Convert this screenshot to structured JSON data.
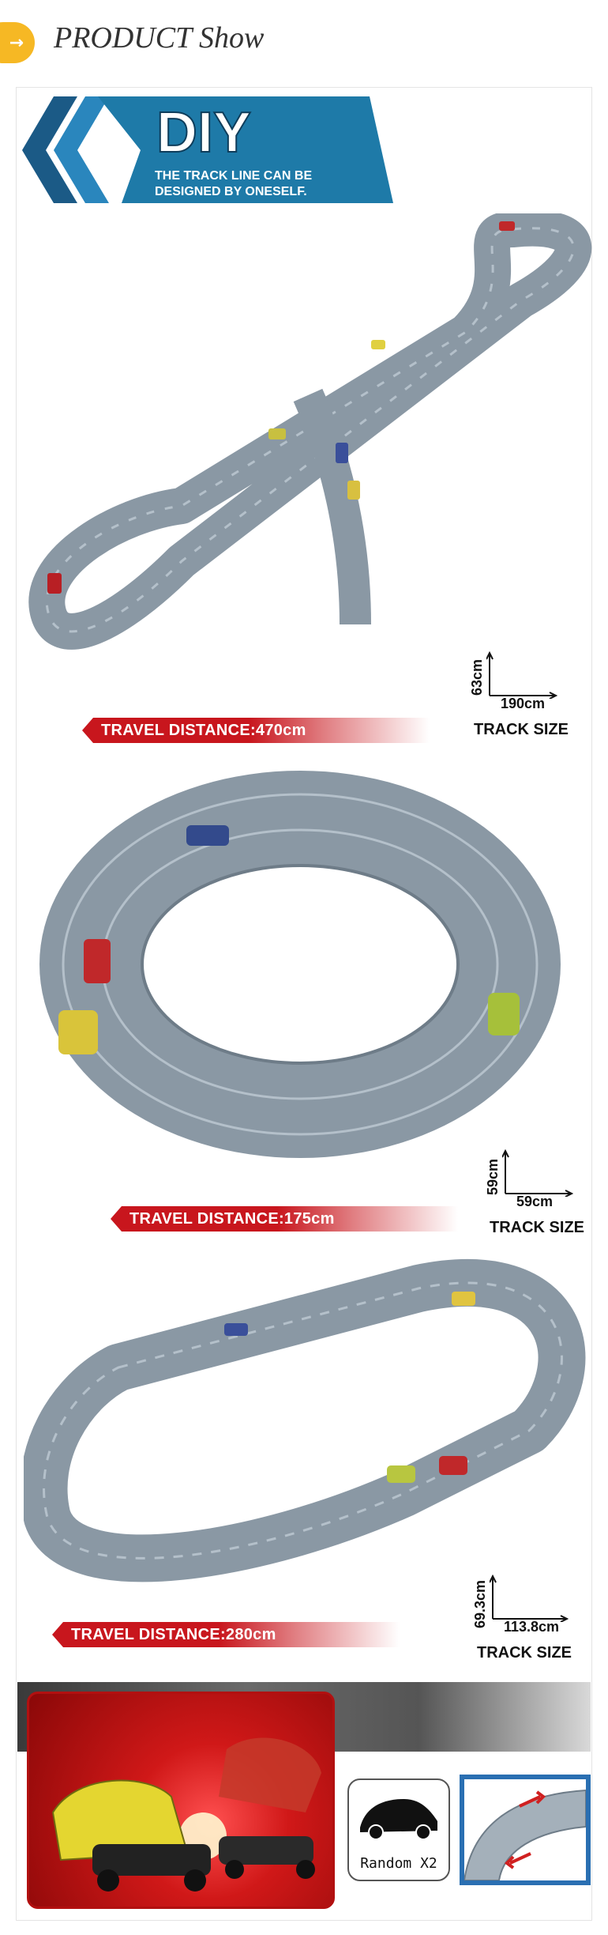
{
  "header": {
    "title": "PRODUCT Show",
    "arrow_icon": "arrow-right-icon",
    "accent": "#f6b824"
  },
  "diy_banner": {
    "headline": "DIY",
    "subline_1": "THE TRACK LINE CAN BE",
    "subline_2": "DESIGNED BY ONESELF.",
    "color": "#1e7aa8"
  },
  "sections": [
    {
      "track_shape": "figure-eight",
      "height_label": "63cm",
      "width_label": "190cm",
      "size_caption": "TRACK SIZE",
      "distance": "TRAVEL DISTANCE:470cm"
    },
    {
      "track_shape": "ring",
      "height_label": "59cm",
      "width_label": "59cm",
      "size_caption": "TRACK SIZE",
      "distance": "TRAVEL DISTANCE:175cm"
    },
    {
      "track_shape": "oval",
      "height_label": "69.3cm",
      "width_label": "113.8cm",
      "size_caption": "TRACK SIZE",
      "distance": "TRAVEL DISTANCE:280cm"
    }
  ],
  "accessories": {
    "random_label": "Random X2",
    "car_icon": "car-silhouette-icon",
    "track_piece_icon": "track-connector-icon"
  },
  "colors": {
    "tag_red": "#c8161d",
    "track_gray": "#8a98a4"
  }
}
